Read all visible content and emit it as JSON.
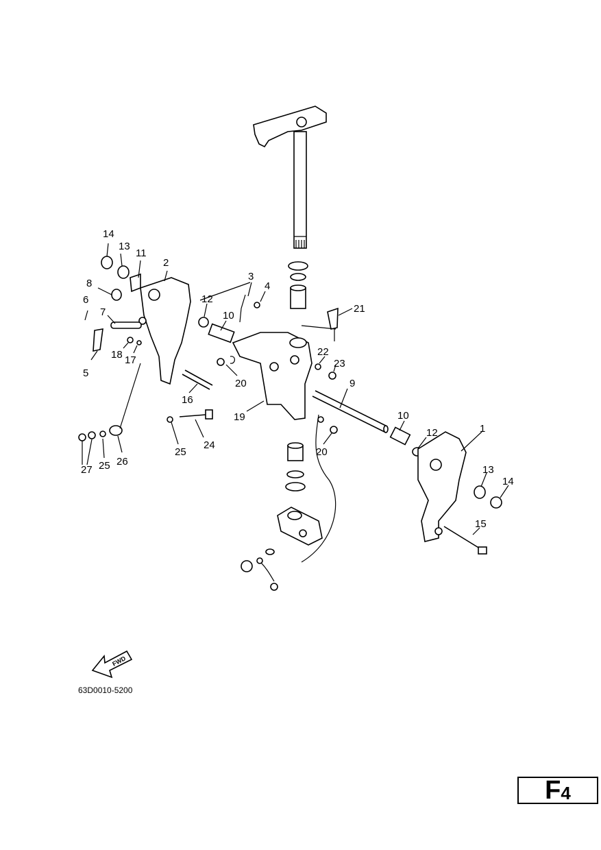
{
  "callouts": [
    "1",
    "2",
    "3",
    "4",
    "5",
    "6",
    "7",
    "8",
    "9",
    "10",
    "10",
    "11",
    "12",
    "12",
    "13",
    "13",
    "14",
    "14",
    "15",
    "16",
    "17",
    "18",
    "19",
    "20",
    "20",
    "21",
    "22",
    "23",
    "24",
    "25",
    "25",
    "26",
    "27"
  ],
  "fwd_label": "FWD",
  "reference_code": "63D0010-5200",
  "page_id": {
    "letter": "F",
    "number": "4"
  }
}
